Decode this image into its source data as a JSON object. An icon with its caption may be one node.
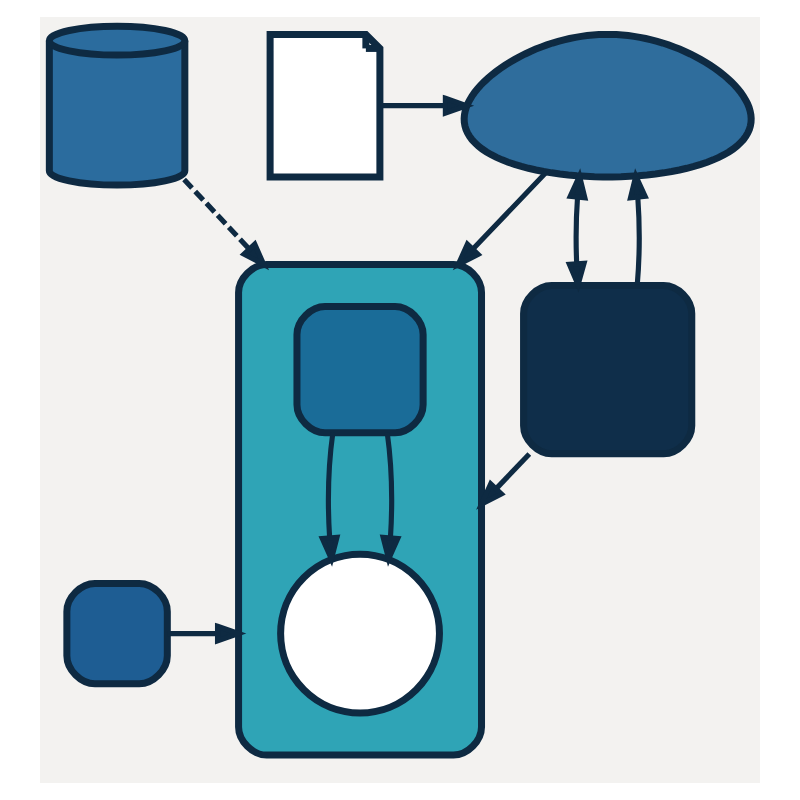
{
  "diagram": {
    "nodes": [
      {
        "text": [],
        "shape": "cylinder"
      },
      {
        "text": [],
        "shape": "picture"
      },
      {
        "text": [],
        "shape": "cloud"
      },
      {
        "text": [],
        "shape": "box"
      },
      {
        "text": [],
        "shape": "box",
        "in": 3
      },
      {
        "text": [],
        "shape": "circle",
        "in": 3
      },
      {
        "text": [],
        "shape": "box"
      },
      {
        "text": [],
        "shape": "box"
      }
    ],
    "edges": [
      {
        "from": 1,
        "to": 2,
        "arrow": "to"
      },
      {
        "from": 2,
        "to": 3,
        "arrow": "to"
      },
      {
        "from": 6,
        "to": 2,
        "arrow": "to"
      },
      {
        "from": 2,
        "to": 6,
        "arrow": "both"
      },
      {
        "from": 0,
        "to": 3,
        "arrow": "to",
        "style": "dashed"
      },
      {
        "from": 4,
        "to": 5,
        "arrow": "to"
      },
      {
        "from": 4,
        "to": 5,
        "arrow": "to"
      },
      {
        "from": 7,
        "to": 3,
        "arrow": "to"
      },
      {
        "from": 6,
        "to": 3,
        "arrow": "to"
      }
    ]
  }
}
